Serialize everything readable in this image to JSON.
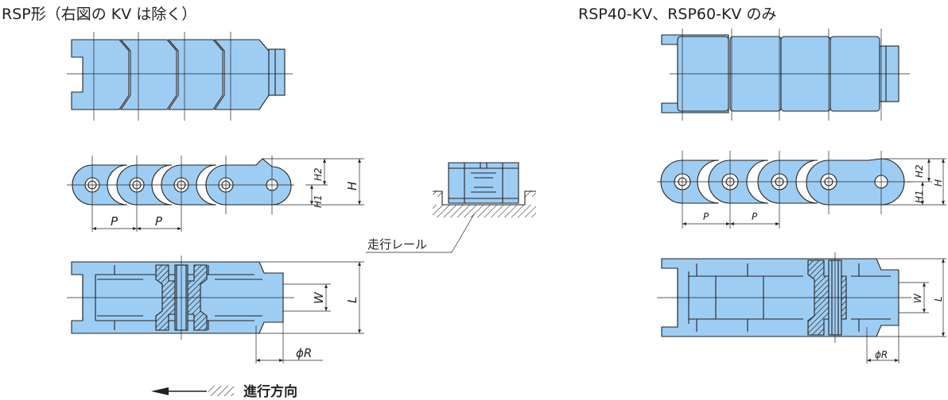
{
  "titles": {
    "left": "RSP形（右図の KV は除く）",
    "right": "RSP40-KV、RSP60-KV のみ"
  },
  "labels": {
    "pitch": "P",
    "height": "H",
    "h1": "H1",
    "h2": "H2",
    "width_w": "W",
    "length_l": "L",
    "roller_r": "ϕR",
    "rail": "走行レール",
    "direction": "進行方向"
  },
  "colors": {
    "chain": "#9ecdf3",
    "outline": "#222222",
    "hatch": "#444444"
  }
}
